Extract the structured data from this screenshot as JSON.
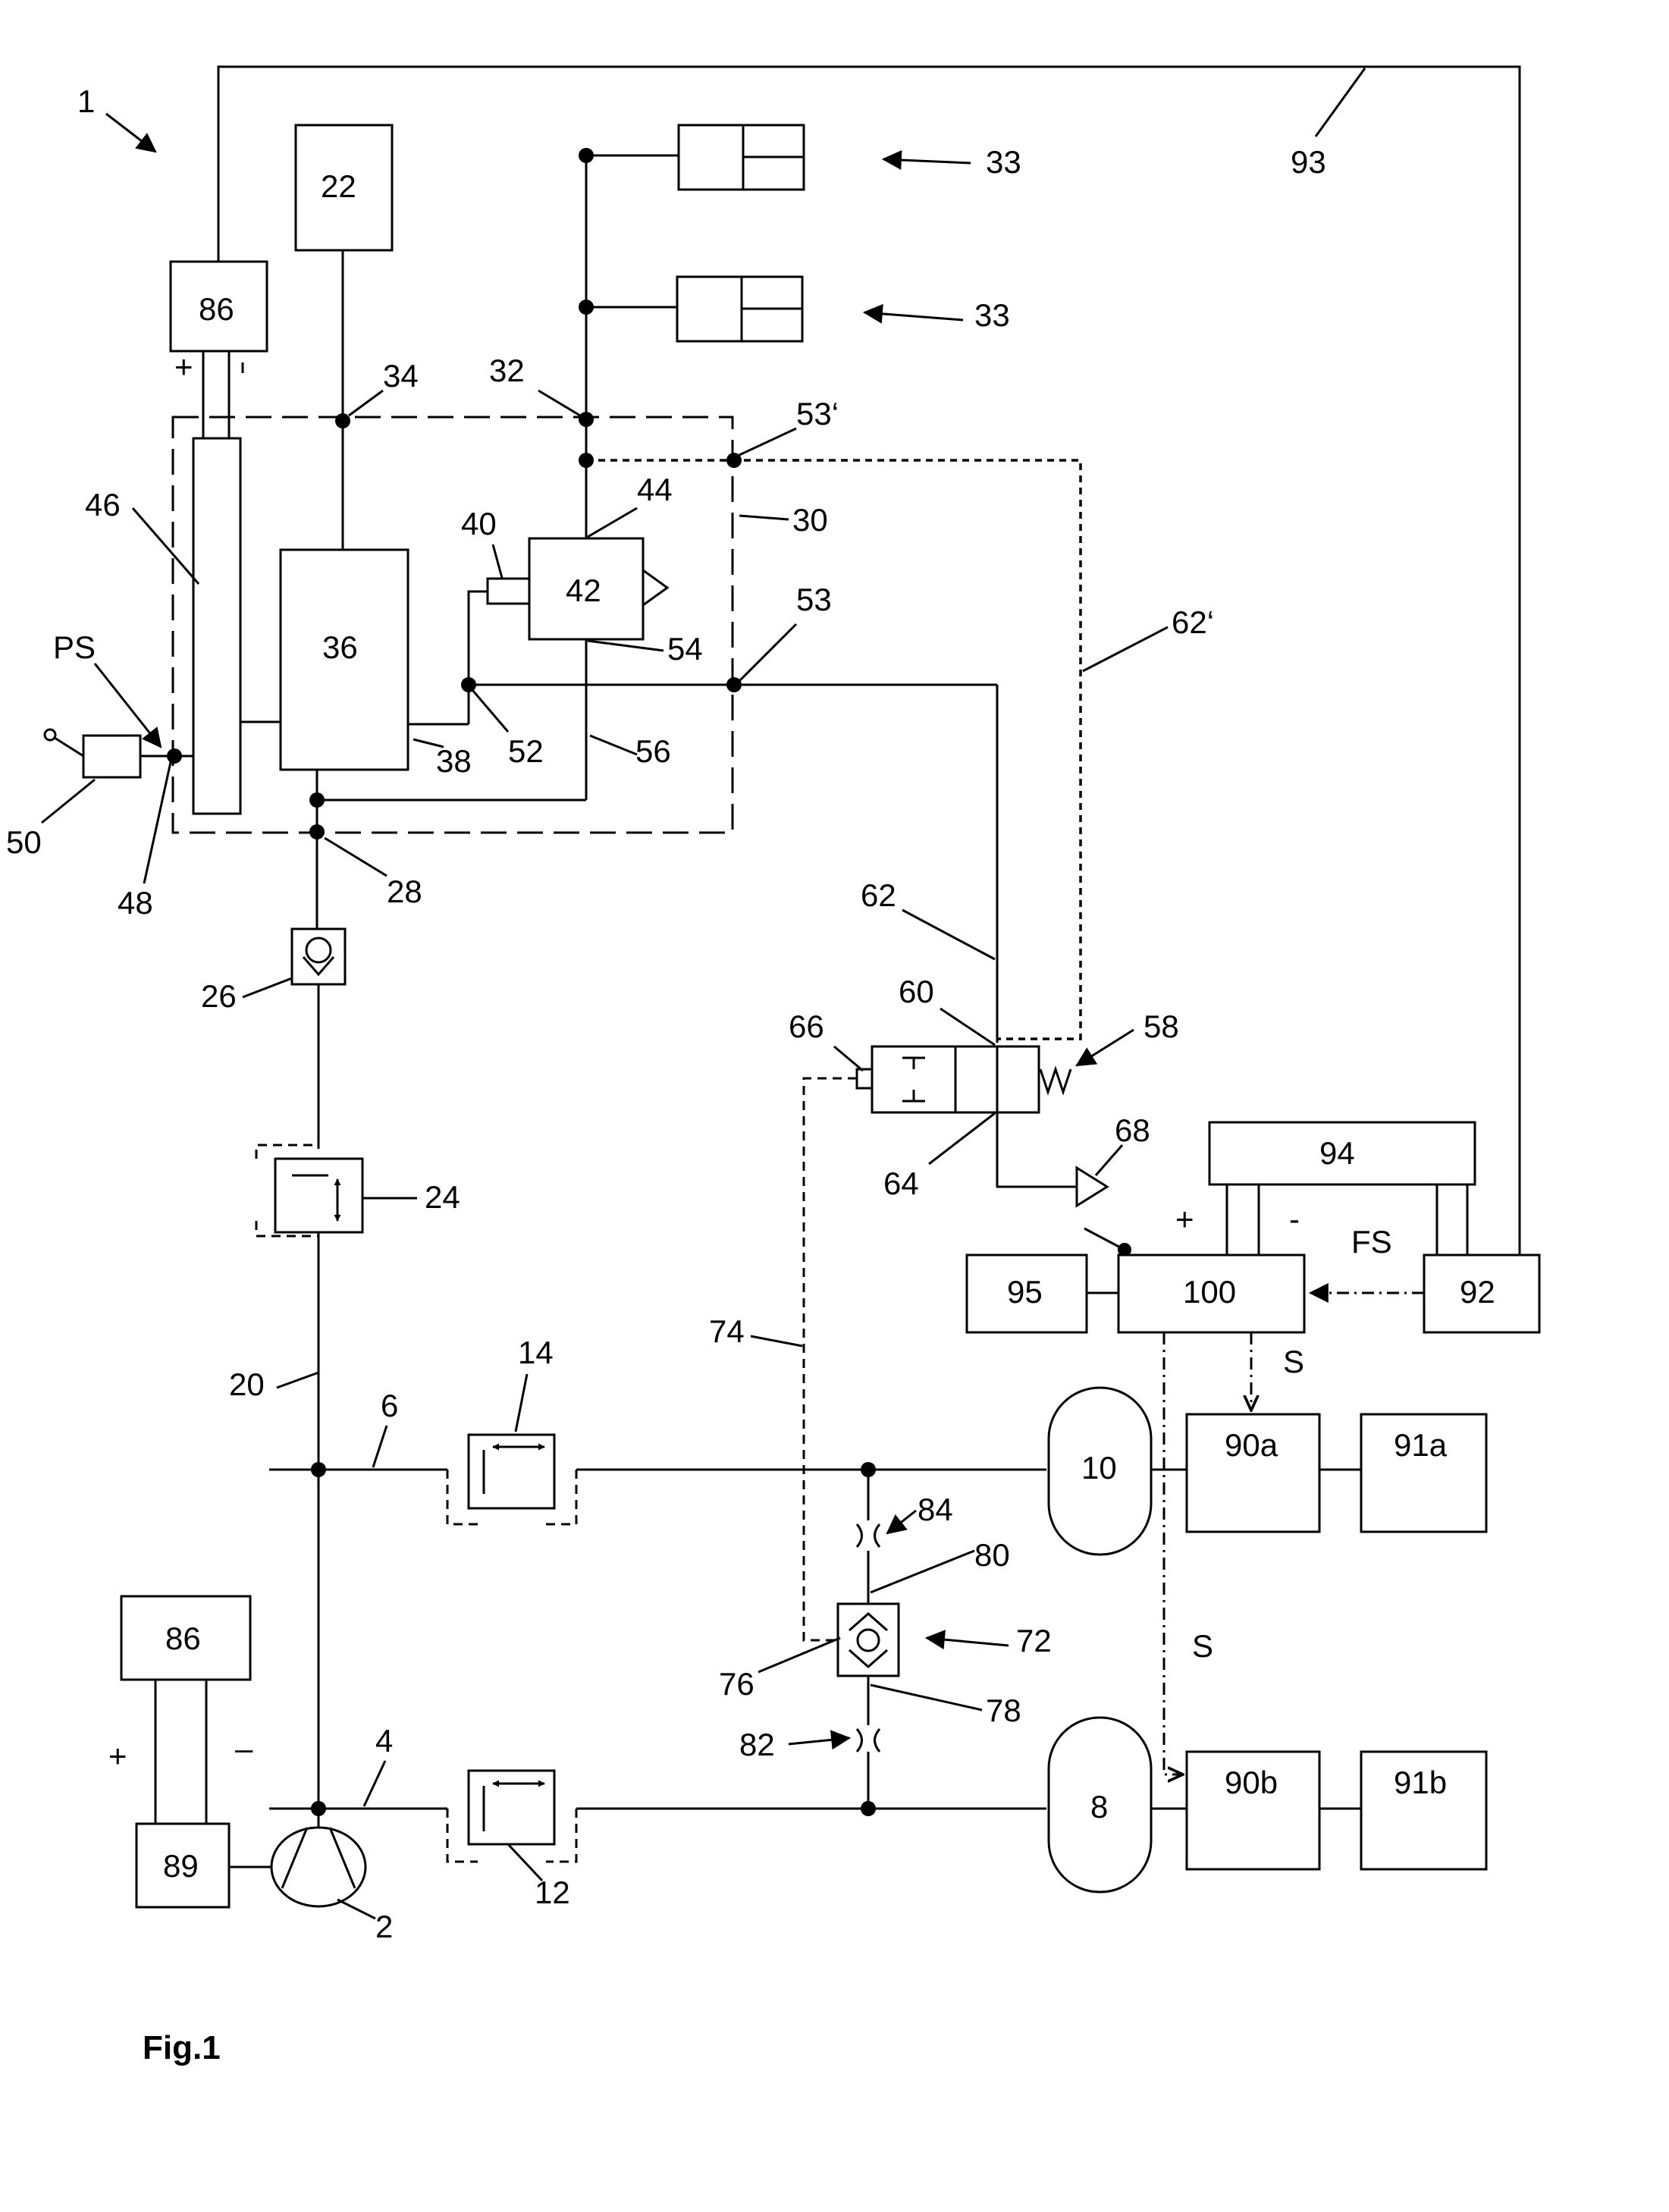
{
  "figure": {
    "caption": "Fig.1"
  },
  "labels": {
    "system": "1",
    "l93": "93",
    "l22": "22",
    "l33a": "33",
    "l33b": "33",
    "l86top": "86",
    "l34": "34",
    "l32": "32",
    "l53p": "53‘",
    "l44": "44",
    "l30": "30",
    "l46": "46",
    "l40": "40",
    "l42": "42",
    "l53": "53",
    "l36": "36",
    "l62p": "62‘",
    "lPS": "PS",
    "l54": "54",
    "l52": "52",
    "l56": "56",
    "l38": "38",
    "l50": "50",
    "l48": "48",
    "l28": "28",
    "l62": "62",
    "l26": "26",
    "l60": "60",
    "l58": "58",
    "l66": "66",
    "l68": "68",
    "l64": "64",
    "l24": "24",
    "l94": "94",
    "plus94": "+",
    "minus94": "-",
    "lFS": "FS",
    "l95": "95",
    "l100": "100",
    "l92": "92",
    "l74": "74",
    "lS1": "S",
    "l14": "14",
    "l20": "20",
    "l6": "6",
    "l10": "10",
    "l90a": "90a",
    "l91a": "91a",
    "l84": "84",
    "l80": "80",
    "l86bot": "86",
    "l72": "72",
    "lS2": "S",
    "l76": "76",
    "l78": "78",
    "plusBot": "+",
    "minusBot": "–",
    "l4": "4",
    "l82": "82",
    "l8": "8",
    "l90b": "90b",
    "l91b": "91b",
    "l89": "89",
    "l12": "12",
    "l2": "2",
    "plusTop": "+"
  }
}
